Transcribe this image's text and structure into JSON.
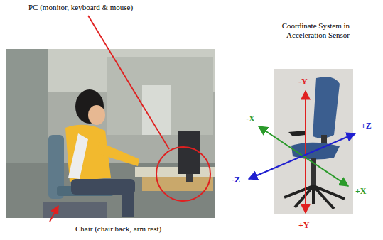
{
  "diagram": {
    "labels": [
      "PC (monitor, keyboard & mouse)",
      "Coordinate System in Acceleration Sensor",
      "-Y",
      "-X",
      "+Z",
      "-Z",
      "+X",
      "+Y",
      "Chair (chair back, arm rest)"
    ]
  }
}
